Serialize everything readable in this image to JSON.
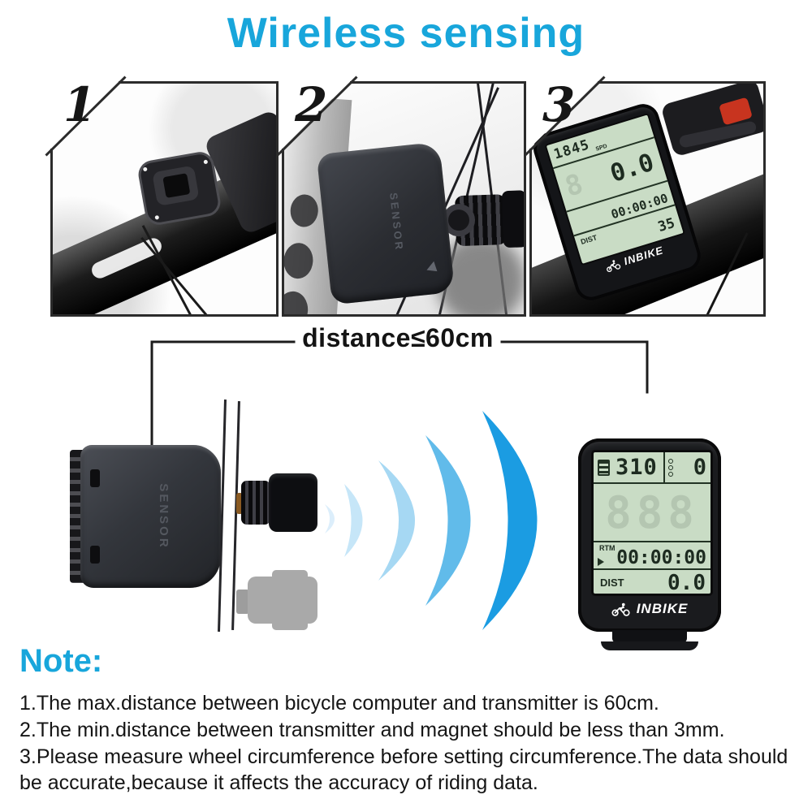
{
  "title": {
    "text": "Wireless sensing"
  },
  "colors": {
    "accent": "#18a6db",
    "lcd_green": "#c9dcc5",
    "wave_colors": [
      "#dceefb",
      "#c6e6f8",
      "#a6d8f3",
      "#61bbea",
      "#1b9ce2"
    ]
  },
  "steps": [
    {
      "number": "1"
    },
    {
      "number": "2"
    },
    {
      "number": "3"
    }
  ],
  "photos": {
    "step2": {
      "sensor_label": "SENSOR"
    },
    "step3_display": {
      "clock": "1845",
      "spd_label": "SPD",
      "speed": "0.0",
      "time": "00:00:00",
      "dist_label": "DIST",
      "temp": "35",
      "brand": "INBIKE"
    }
  },
  "diagram": {
    "distance_label": "distance≤60cm",
    "transmitter": {
      "label": "SENSOR"
    },
    "computer": {
      "odo_value": "310",
      "right_value": "0",
      "ghost_value": "888",
      "time_label": "RTM",
      "time_value": "00:00:00",
      "dist_label": "DIST",
      "dist_value": "0.0",
      "brand": "INBIKE"
    }
  },
  "note": {
    "heading": "Note:",
    "items": [
      "1.The max.distance between bicycle computer and transmitter is 60cm.",
      "2.The min.distance between transmitter and magnet should be less than 3mm.",
      "3.Please measure wheel circumference before setting circumference.The data should be accurate,because it affects the accuracy of riding data."
    ]
  }
}
